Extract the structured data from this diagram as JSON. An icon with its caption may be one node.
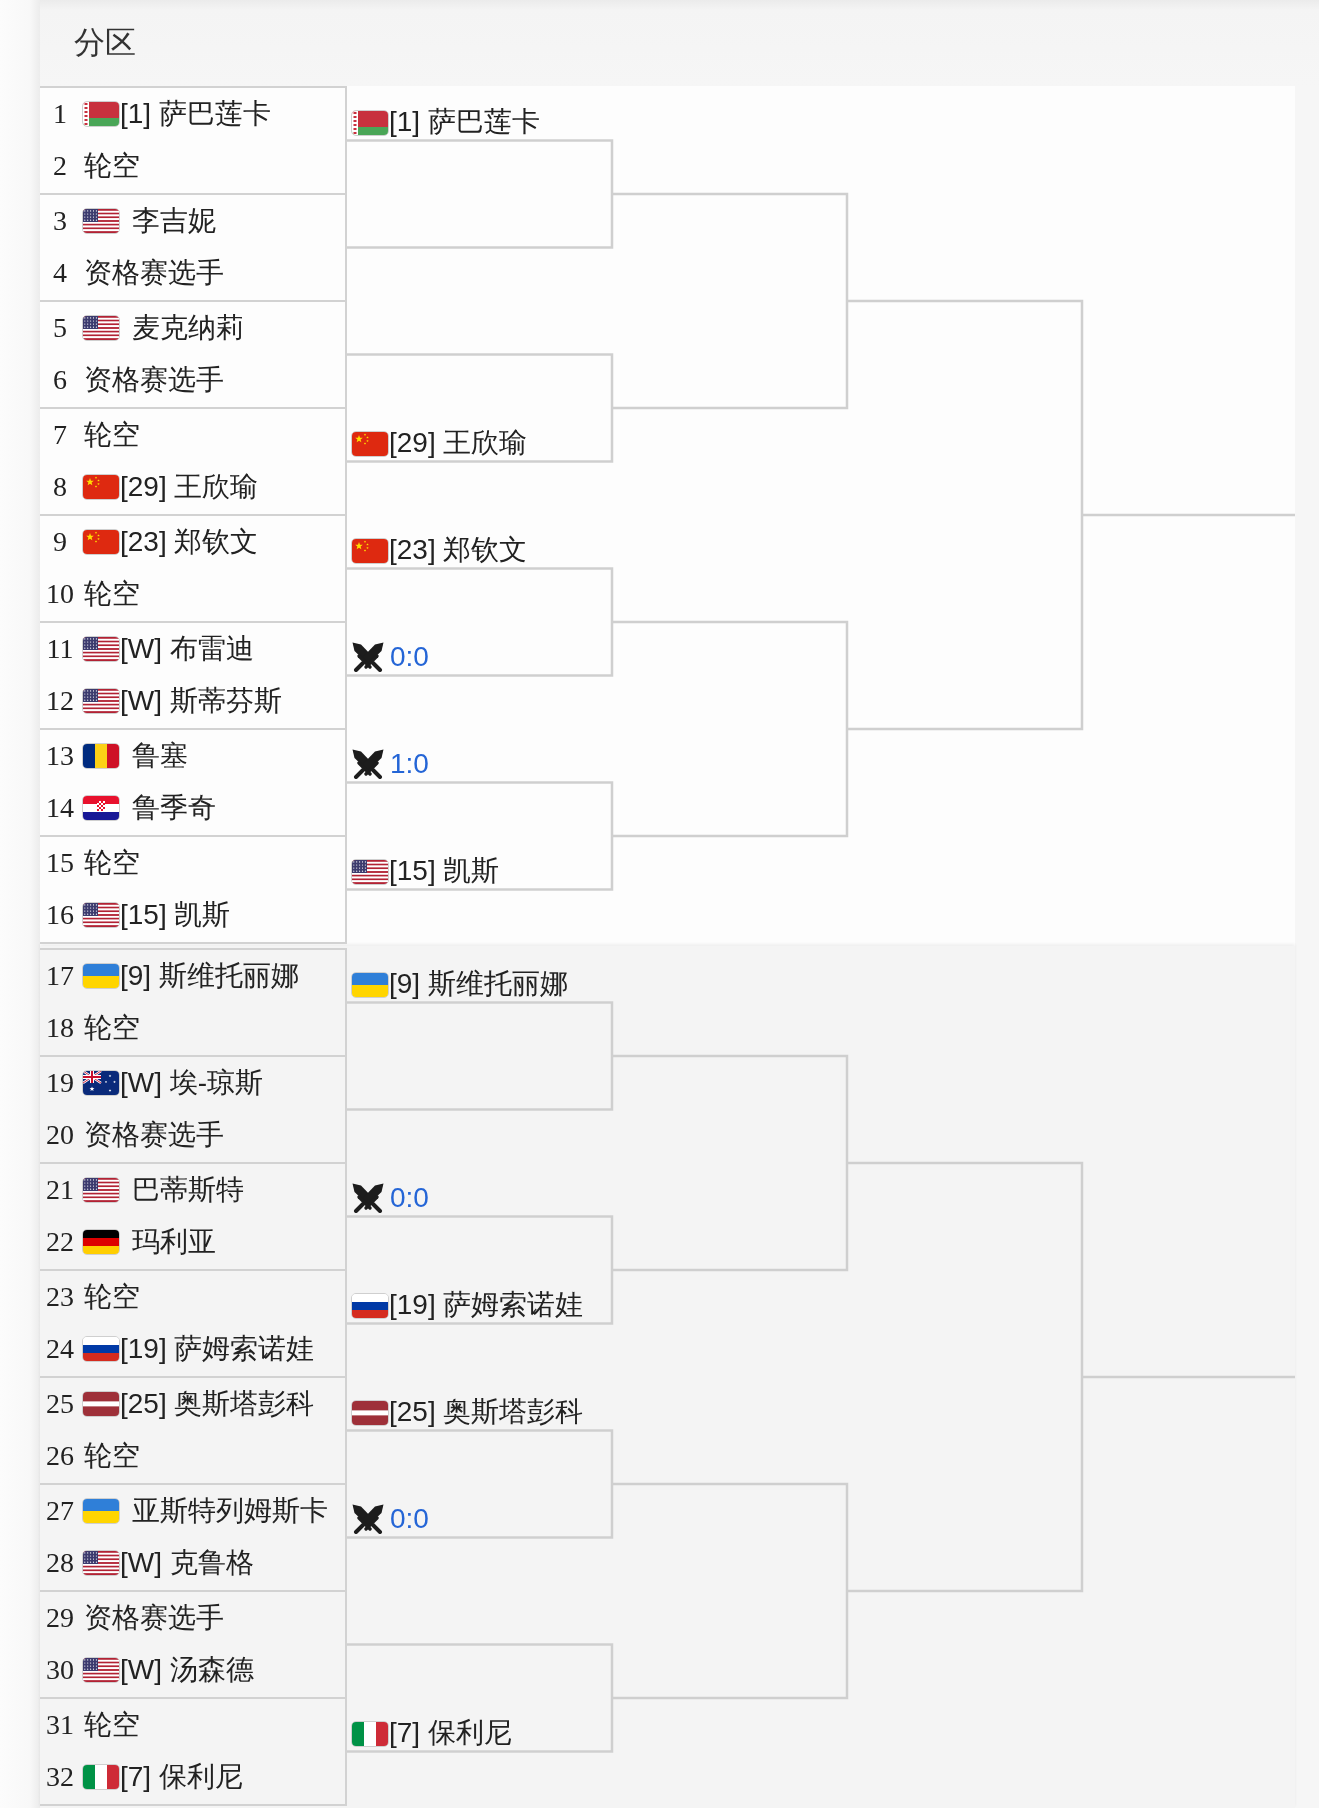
{
  "diagram": {
    "title": "分区",
    "nodes": [
      {
        "text": [
          "1",
          "[1] 萨巴莲卡",
          "2",
          "轮空"
        ]
      },
      {
        "text": [
          "3",
          "李吉妮",
          "4",
          "资格赛选手"
        ]
      },
      {
        "text": [
          "5",
          "麦克纳莉",
          "6",
          "资格赛选手"
        ]
      },
      {
        "text": [
          "7",
          "轮空",
          "8",
          "[29] 王欣瑜"
        ]
      },
      {
        "text": [
          "9",
          "[23] 郑钦文",
          "10",
          "轮空"
        ]
      },
      {
        "text": [
          "11",
          "[W] 布雷迪",
          "12",
          "[W] 斯蒂芬斯"
        ]
      },
      {
        "text": [
          "13",
          "鲁塞",
          "14",
          "鲁季奇"
        ]
      },
      {
        "text": [
          "15",
          "轮空",
          "16",
          "[15] 凯斯"
        ]
      },
      {
        "text": [
          "17",
          "[9] 斯维托丽娜",
          "18",
          "轮空"
        ]
      },
      {
        "text": [
          "19",
          "[W] 埃-琼斯",
          "20",
          "资格赛选手"
        ]
      },
      {
        "text": [
          "21",
          "巴蒂斯特",
          "22",
          "玛利亚"
        ]
      },
      {
        "text": [
          "23",
          "轮空",
          "24",
          "[19] 萨姆索诺娃"
        ]
      },
      {
        "text": [
          "25",
          "[25] 奥斯塔彭科",
          "26",
          "轮空"
        ]
      },
      {
        "text": [
          "27",
          "亚斯特列姆斯卡",
          "28",
          "[W] 克鲁格"
        ]
      },
      {
        "text": [
          "29",
          "资格赛选手",
          "30",
          "[W] 汤森德"
        ]
      },
      {
        "text": [
          "31",
          "轮空",
          "32",
          "[7] 保利尼"
        ]
      }
    ],
    "labels": [
      "[1] 萨巴莲卡",
      "[29] 王欣瑜",
      "[23] 郑钦文",
      "0:0",
      "1:0",
      "[15] 凯斯",
      "[9] 斯维托丽娜",
      "0:0",
      "[19] 萨姆索诺娃",
      "[25] 奥斯塔彭科",
      "0:0",
      "[7] 保利尼"
    ]
  }
}
